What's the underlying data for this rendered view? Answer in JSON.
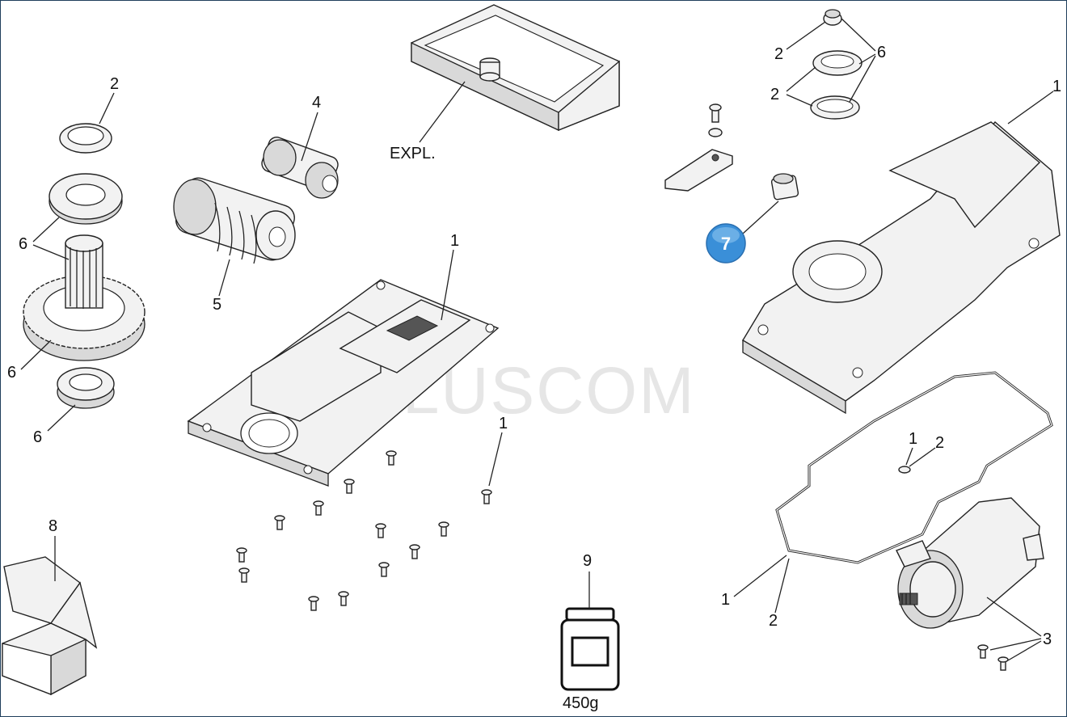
{
  "watermark": "PLUSCOM",
  "callouts": {
    "gear_seal": "2",
    "gear_bearing_top": "6",
    "gear_main": "6",
    "gear_bearing_bottom": "6",
    "worm_small": "4",
    "worm_large": "5",
    "cover_box": "EXPL.",
    "base_housing": "1",
    "base_screws": "1",
    "top_cap": "2",
    "top_bearing_ring": "6",
    "top_seal_ring": "2",
    "motor_cover": "1",
    "highlight_part": "7",
    "gasket_small_1": "1",
    "gasket_small_2": "2",
    "gasket_1": "1",
    "gasket_2": "2",
    "motor_screws": "3",
    "box_pack": "8",
    "grease_jar": "9",
    "grease_weight": "450g"
  },
  "colors": {
    "highlight": "#3a8fd8",
    "border": "#1f3f5c"
  }
}
